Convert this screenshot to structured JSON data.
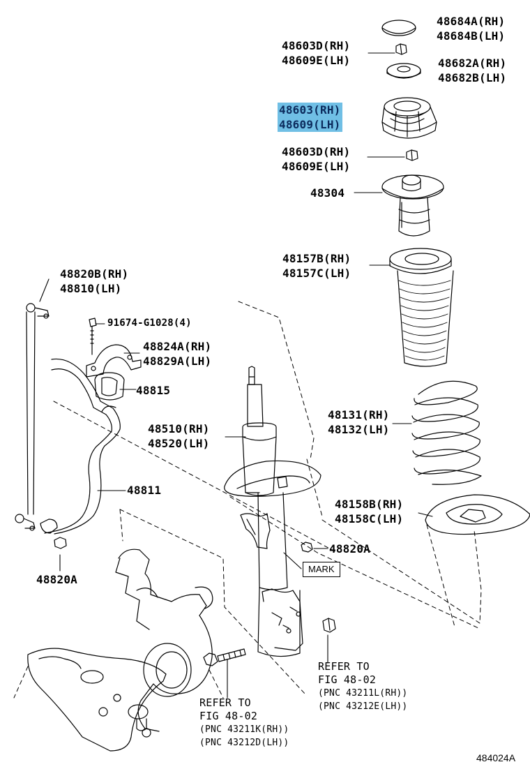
{
  "figure_code": "484024A",
  "mark_label": "MARK",
  "parts": [
    {
      "id": "48684",
      "lines": [
        "48684A(RH)",
        "48684B(LH)"
      ],
      "highlighted": false
    },
    {
      "id": "48603d-top",
      "lines": [
        "48603D(RH)",
        "48609E(LH)"
      ],
      "highlighted": false
    },
    {
      "id": "48682",
      "lines": [
        "48682A(RH)",
        "48682B(LH)"
      ],
      "highlighted": false
    },
    {
      "id": "48603",
      "lines": [
        "48603(RH)",
        "48609(LH)"
      ],
      "highlighted": true
    },
    {
      "id": "48603d-lower",
      "lines": [
        "48603D(RH)",
        "48609E(LH)"
      ],
      "highlighted": false
    },
    {
      "id": "48304",
      "lines": [
        "48304"
      ],
      "highlighted": false
    },
    {
      "id": "48157",
      "lines": [
        "48157B(RH)",
        "48157C(LH)"
      ],
      "highlighted": false
    },
    {
      "id": "48820b",
      "lines": [
        "48820B(RH)",
        "48810(LH)"
      ],
      "highlighted": false
    },
    {
      "id": "91674",
      "lines": [
        "91674-G1028(4)"
      ],
      "highlighted": false
    },
    {
      "id": "48824",
      "lines": [
        "48824A(RH)",
        "48829A(LH)"
      ],
      "highlighted": false
    },
    {
      "id": "48815",
      "lines": [
        "48815"
      ],
      "highlighted": false
    },
    {
      "id": "48131",
      "lines": [
        "48131(RH)",
        "48132(LH)"
      ],
      "highlighted": false
    },
    {
      "id": "48510",
      "lines": [
        "48510(RH)",
        "48520(LH)"
      ],
      "highlighted": false
    },
    {
      "id": "48811",
      "lines": [
        "48811"
      ],
      "highlighted": false
    },
    {
      "id": "48158",
      "lines": [
        "48158B(RH)",
        "48158C(LH)"
      ],
      "highlighted": false
    },
    {
      "id": "48820a-right",
      "lines": [
        "48820A"
      ],
      "highlighted": false
    },
    {
      "id": "48820a-left",
      "lines": [
        "48820A"
      ],
      "highlighted": false
    }
  ],
  "references": [
    {
      "id": "ref-right",
      "lines": [
        "REFER TO",
        "FIG 48-02"
      ],
      "pnc": [
        "(PNC 43211L(RH))",
        "(PNC 43212E(LH))"
      ]
    },
    {
      "id": "ref-left",
      "lines": [
        "REFER TO",
        "FIG 48-02"
      ],
      "pnc": [
        "(PNC 43211K(RH))",
        "(PNC 43212D(LH))"
      ]
    }
  ]
}
